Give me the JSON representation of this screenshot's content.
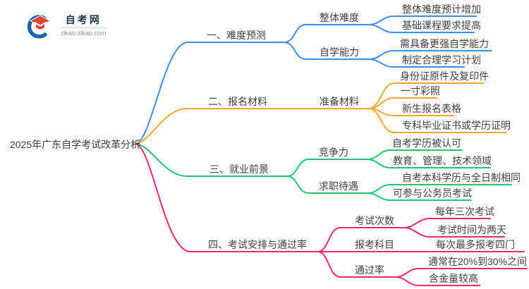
{
  "logo": {
    "site_name": "自考网",
    "site_url": "zikao-zikao.com"
  },
  "palette": {
    "branch1_blue": "#3E8EF0",
    "branch2_orange": "#F7A928",
    "branch3_green": "#1EC873",
    "branch4_pink": "#F02A72",
    "text": "#424242",
    "logo_red": "#E8433A",
    "logo_blue": "#1768AA"
  },
  "mindmap": {
    "root": "2025年广东自学考试改革分析",
    "branches": [
      {
        "label": "一、难度预测",
        "children": [
          {
            "label": "整体难度",
            "children": [
              {
                "label": "整体难度预计增加"
              },
              {
                "label": "基础课程要求提高"
              }
            ]
          },
          {
            "label": "自学能力",
            "children": [
              {
                "label": "需具备更强自学能力"
              },
              {
                "label": "制定合理学习计划"
              }
            ]
          }
        ]
      },
      {
        "label": "二、报名材料",
        "children": [
          {
            "label": "准备材料",
            "children": [
              {
                "label": "身份证原件及复印件"
              },
              {
                "label": "一寸彩照"
              },
              {
                "label": "新生报名表格"
              },
              {
                "label": "专科毕业证书或学历证明"
              }
            ]
          }
        ]
      },
      {
        "label": "三、就业前景",
        "children": [
          {
            "label": "竞争力",
            "children": [
              {
                "label": "自考学历被认可"
              },
              {
                "label": "教育、管理、技术领域"
              }
            ]
          },
          {
            "label": "求职待遇",
            "children": [
              {
                "label": "自考本科学历与全日制相同"
              },
              {
                "label": "可参与公务员考试"
              }
            ]
          }
        ]
      },
      {
        "label": "四、考试安排与通过率",
        "children": [
          {
            "label": "考试次数",
            "children": [
              {
                "label": "每年三次考试"
              },
              {
                "label": "考试时间为两天"
              }
            ]
          },
          {
            "label": "报考科目",
            "children": [
              {
                "label": "每次最多报考四门"
              }
            ]
          },
          {
            "label": "通过率",
            "children": [
              {
                "label": "通常在20%到30%之间"
              },
              {
                "label": "含金量较高"
              }
            ]
          }
        ]
      }
    ]
  }
}
